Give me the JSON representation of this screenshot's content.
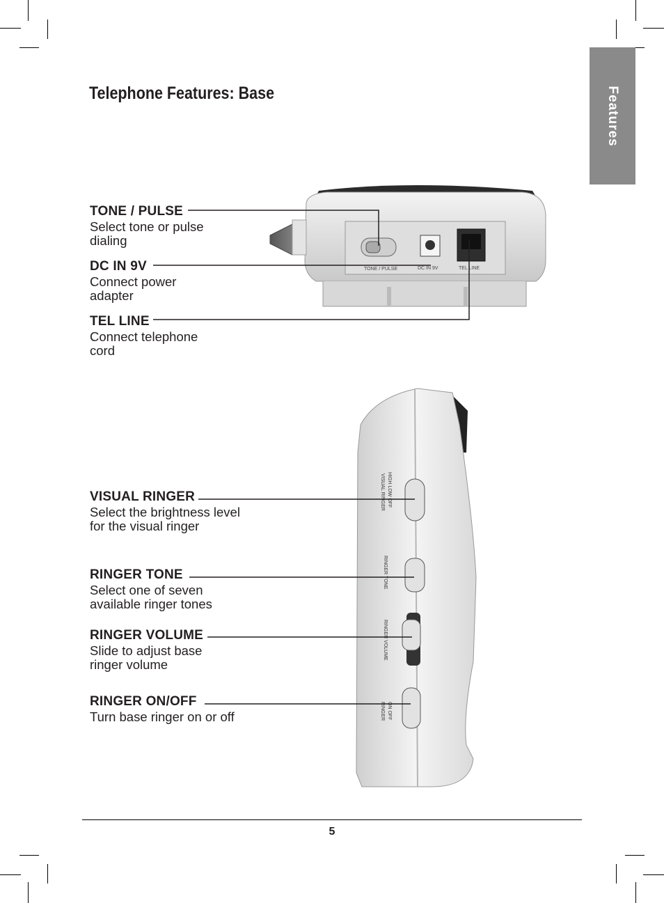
{
  "side_tab": {
    "label": "Features"
  },
  "title": "Telephone Features: Base",
  "callouts": [
    {
      "head": "TONE / PULSE",
      "desc": "Select tone or pulse dialing"
    },
    {
      "head": "DC IN 9V",
      "desc": "Connect power adapter"
    },
    {
      "head": "TEL LINE",
      "desc": "Connect telephone cord"
    },
    {
      "head": "VISUAL RINGER",
      "desc": "Select the brightness level for the visual ringer"
    },
    {
      "head": "RINGER TONE",
      "desc": "Select one of seven available ringer tones"
    },
    {
      "head": "RINGER VOLUME",
      "desc": "Slide to adjust base ringer volume"
    },
    {
      "head": "RINGER ON/OFF",
      "desc": "Turn base ringer on or off"
    }
  ],
  "rear_panel": {
    "labels": [
      "TONE / PULSE",
      "DC IN 9V",
      "TEL LINE"
    ]
  },
  "side_panel": {
    "labels": [
      "HIGH  LOW  OFF",
      "VISUAL RINGER",
      "RINGER TONE",
      "RINGER VOLUME",
      "ON  OFF",
      "RINGER"
    ]
  },
  "page_number": "5"
}
